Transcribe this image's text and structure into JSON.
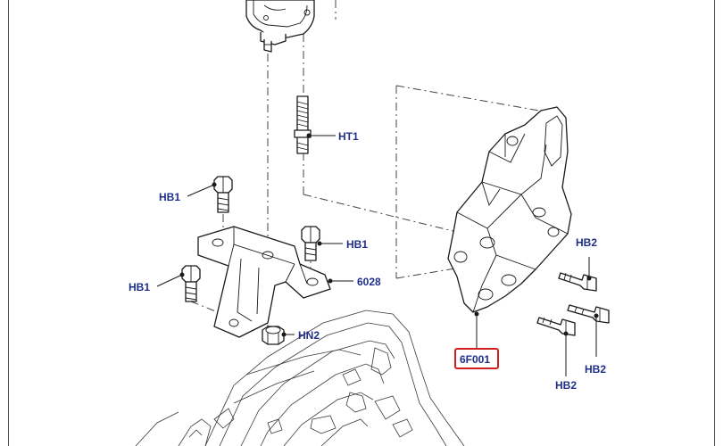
{
  "diagram": {
    "callouts": {
      "ht1": "HT1",
      "hb1_top": "HB1",
      "hb1_mid": "HB1",
      "hb1_left": "HB1",
      "bracket": "6028",
      "hn2": "HN2",
      "hb2_a": "HB2",
      "hb2_b": "HB2",
      "hb2_c": "HB2",
      "mount": "6F001"
    },
    "highlight_color": "#d01f1f",
    "label_color": "#1f2f8a"
  }
}
